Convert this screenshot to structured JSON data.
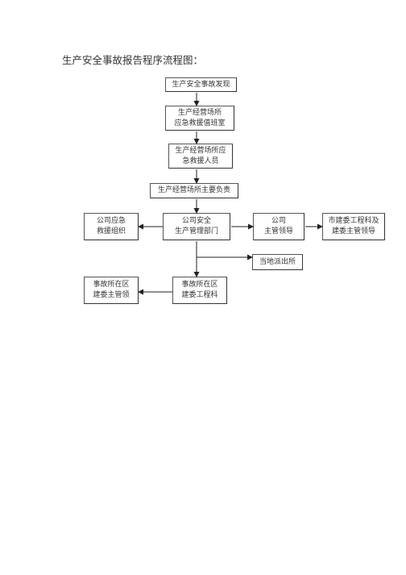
{
  "title": "生产安全事故报告程序流程图：",
  "nodes": {
    "discovery": {
      "lines": [
        "生产安全事故发现"
      ]
    },
    "duty_room": {
      "lines": [
        "生产经营场所",
        "应急救援值班室"
      ]
    },
    "rescue_staff": {
      "lines": [
        "生产经营场所应",
        "急救援人员"
      ]
    },
    "principal": {
      "lines": [
        "生产经营场所主要负责"
      ]
    },
    "emergency_org": {
      "lines": [
        "公司应急",
        "救援组织"
      ]
    },
    "safety_dept": {
      "lines": [
        "公司安全",
        "生产管理部门"
      ]
    },
    "company_leader": {
      "lines": [
        "公司",
        "主管领导"
      ]
    },
    "city_leader": {
      "lines": [
        "市建委工程科及",
        "建委主管领导"
      ]
    },
    "police": {
      "lines": [
        "当地派出所"
      ]
    },
    "district_eng": {
      "lines": [
        "事故所在区",
        "建委工程科"
      ]
    },
    "district_leader": {
      "lines": [
        "事故所在区",
        "建委主管领"
      ]
    }
  }
}
